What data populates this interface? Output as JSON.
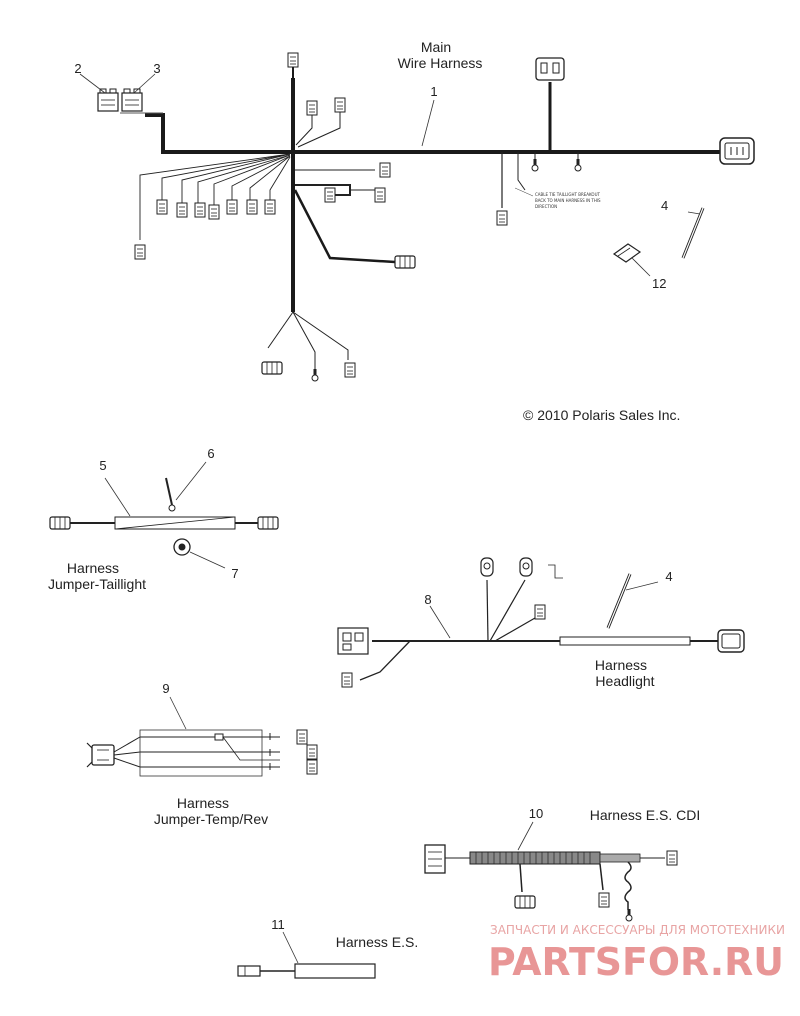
{
  "labels": {
    "main_line1": "Main",
    "main_line2": "Wire Harness",
    "copyright": "© 2010 Polaris Sales Inc.",
    "jt_line1": "Harness",
    "jt_line2": "Jumper-Taillight",
    "hl_line1": "Harness",
    "hl_line2": "Headlight",
    "jtr_line1": "Harness",
    "jtr_line2": "Jumper-Temp/Rev",
    "cdi": "Harness E.S. CDI",
    "es": "Harness E.S.",
    "cable_note_1": "CABLE TIE TAILLIGHT BREAKOUT",
    "cable_note_2": "BACK TO MAIN HARNESS IN THIS",
    "cable_note_3": "DIRECTION"
  },
  "callouts": [
    "1",
    "2",
    "3",
    "4",
    "4",
    "5",
    "6",
    "7",
    "8",
    "9",
    "10",
    "11",
    "12"
  ],
  "watermark": {
    "line1": "ЗАПЧАСТИ И АКСЕССУАРЫ ДЛЯ МОТОТЕХНИКИ",
    "line2": "PARTSFOR.RU"
  },
  "colors": {
    "line": "#1a1a1a",
    "watermark": "#e89696"
  }
}
